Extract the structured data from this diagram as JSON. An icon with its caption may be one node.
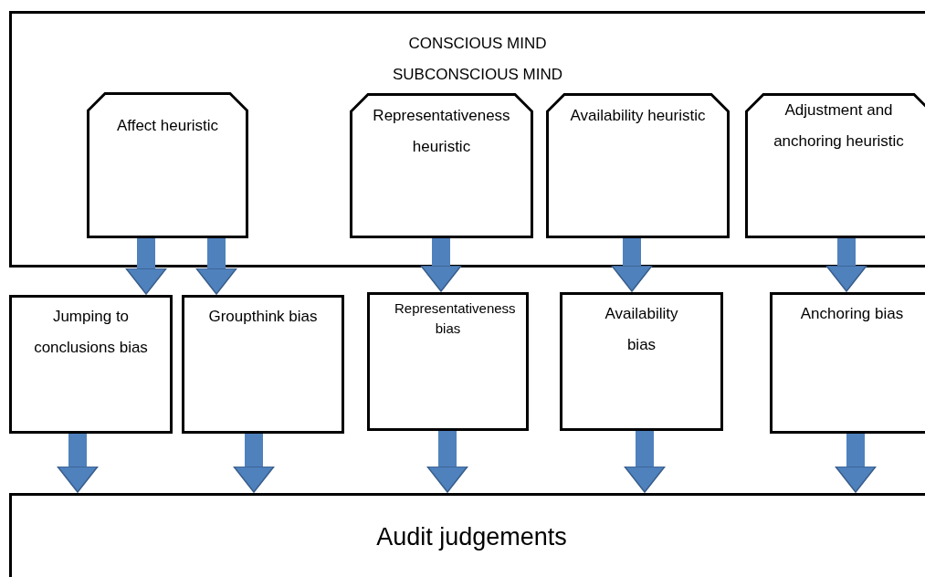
{
  "diagram": {
    "nodes": [
      {
        "text": [
          "CONSCIOUS MIND",
          "SUBCONSCIOUS MIND"
        ]
      },
      {
        "text": [
          "Affect heuristic"
        ],
        "in": 0
      },
      {
        "text": [
          "Representativeness heuristic"
        ],
        "in": 0
      },
      {
        "text": [
          "Availability heuristic"
        ],
        "in": 0
      },
      {
        "text": [
          "Adjustment and anchoring heuristic"
        ],
        "in": 0
      },
      {
        "text": [
          "Jumping to conclusions bias"
        ]
      },
      {
        "text": [
          "Groupthink bias"
        ]
      },
      {
        "text": [
          "Representativeness bias"
        ]
      },
      {
        "text": [
          "Availability bias"
        ]
      },
      {
        "text": [
          "Anchoring bias"
        ]
      },
      {
        "text": [
          "Audit judgements"
        ]
      }
    ],
    "edges": [
      {
        "from": 1,
        "to": 5,
        "arrow": "to"
      },
      {
        "from": 1,
        "to": 6,
        "arrow": "to"
      },
      {
        "from": 2,
        "to": 7,
        "arrow": "to"
      },
      {
        "from": 3,
        "to": 8,
        "arrow": "to"
      },
      {
        "from": 4,
        "to": 9,
        "arrow": "to"
      },
      {
        "from": 5,
        "to": 10,
        "arrow": "to"
      },
      {
        "from": 6,
        "to": 10,
        "arrow": "to"
      },
      {
        "from": 7,
        "to": 10,
        "arrow": "to"
      },
      {
        "from": 8,
        "to": 10,
        "arrow": "to"
      },
      {
        "from": 9,
        "to": 10,
        "arrow": "to"
      }
    ]
  }
}
